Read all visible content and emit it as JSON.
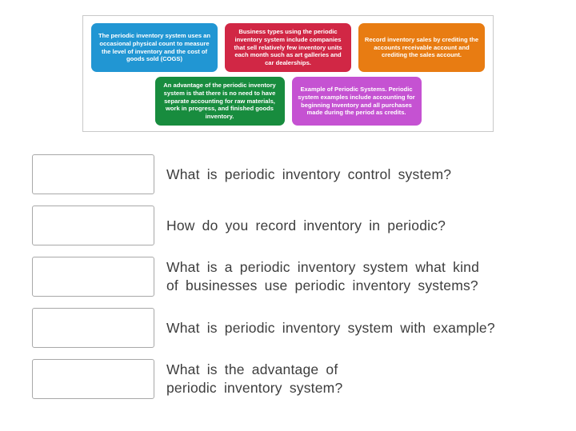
{
  "bank": {
    "cards": [
      {
        "name": "definition-card",
        "color": "#2196d3",
        "text": "The periodic inventory system uses an occasional physical count to measure the level of inventory and the cost of goods sold (COGS)"
      },
      {
        "name": "business-types-card",
        "color": "#d12745",
        "text": "Business types using the periodic inventory system include companies that sell relatively few inventory units each month such as art galleries and car dealerships."
      },
      {
        "name": "record-sales-card",
        "color": "#e87c12",
        "text": "Record inventory sales by crediting the accounts receivable account and crediting the sales account."
      },
      {
        "name": "advantage-card",
        "color": "#188c3e",
        "text": "An advantage of the periodic inventory system is that there is no need to have separate accounting for raw materials, work in progress, and finished goods inventory."
      },
      {
        "name": "example-card",
        "color": "#c552d2",
        "text": "Example of Periodic Systems. Periodic system examples include accounting for beginning Inventory and all purchases made during the period as credits."
      }
    ]
  },
  "questions": [
    {
      "text": "What is periodic inventory control system?"
    },
    {
      "text": "How do you record inventory in periodic?"
    },
    {
      "text": "What is a periodic inventory system what kind\nof businesses use periodic inventory systems?"
    },
    {
      "text": "What is periodic inventory system with example?"
    },
    {
      "text": "What is the advantage of\nperiodic inventory system?"
    }
  ]
}
